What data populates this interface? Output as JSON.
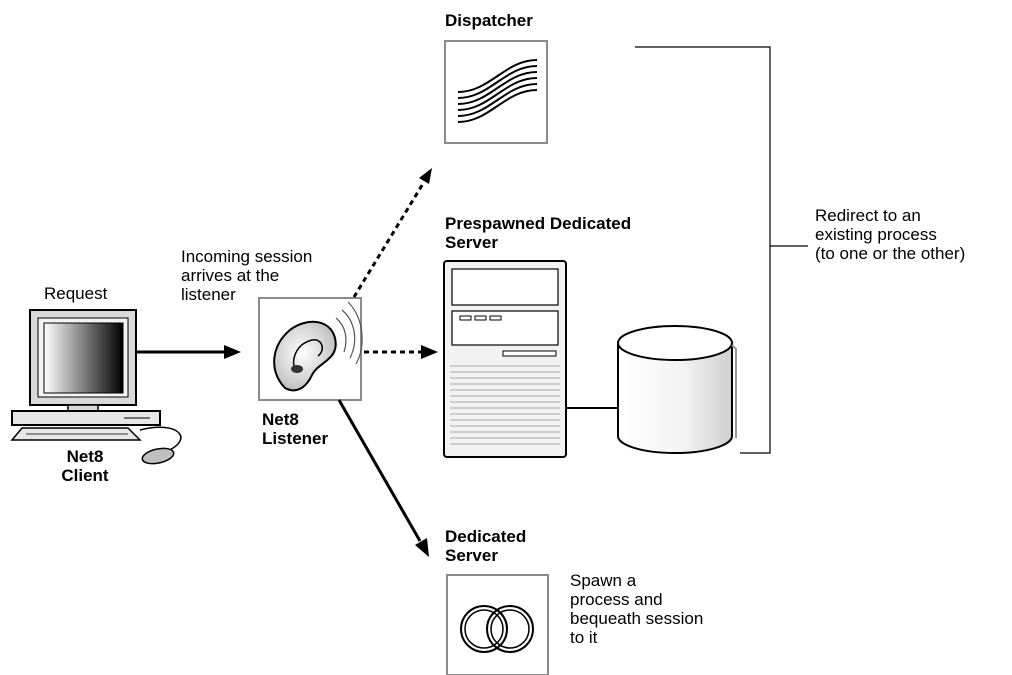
{
  "labels": {
    "dispatcher": "Dispatcher",
    "prespawned_line1": "Prespawned Dedicated",
    "prespawned_line2": "Server",
    "dedicated_line1": "Dedicated",
    "dedicated_line2": "Server",
    "request": "Request",
    "client_line1": "Net8",
    "client_line2": "Client",
    "listener_line1": "Net8",
    "listener_line2": "Listener",
    "incoming_line1": "Incoming session",
    "incoming_line2": "arrives at the",
    "incoming_line3": "listener",
    "redirect_line1": "Redirect to an",
    "redirect_line2": "existing process",
    "redirect_line3": "(to one or the other)",
    "spawn_line1": "Spawn a",
    "spawn_line2": "process and",
    "spawn_line3": "bequeath session",
    "spawn_line4": "to it"
  },
  "icons": {
    "client": "computer-icon",
    "listener": "ear-icon",
    "dispatcher": "waves-icon",
    "prespawned": "server-tower-icon",
    "database": "database-cylinder-icon",
    "dedicated": "interlocking-rings-icon"
  },
  "connections": [
    {
      "from": "client",
      "to": "listener",
      "style": "solid"
    },
    {
      "from": "listener",
      "to": "dispatcher",
      "style": "dotted"
    },
    {
      "from": "listener",
      "to": "prespawned",
      "style": "dotted"
    },
    {
      "from": "listener",
      "to": "dedicated",
      "style": "solid"
    }
  ]
}
